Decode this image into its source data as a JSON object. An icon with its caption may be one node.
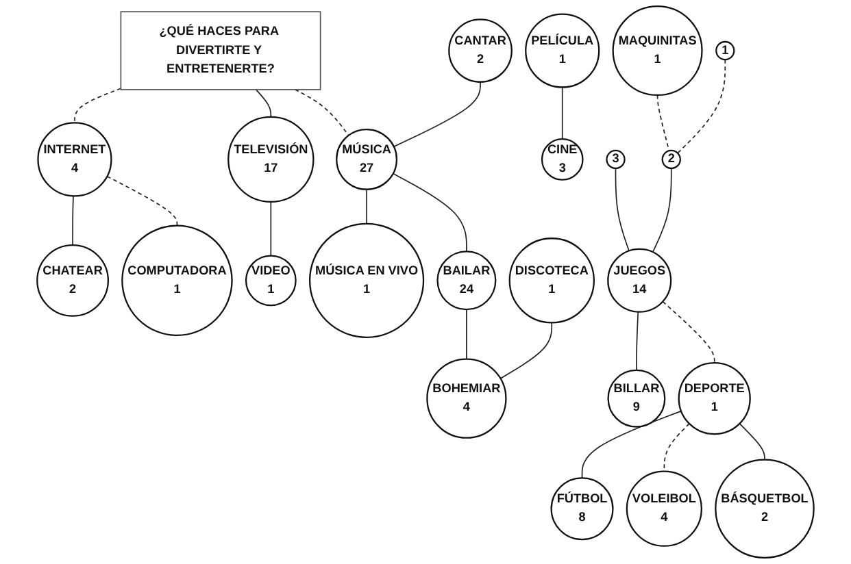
{
  "diagram": {
    "nodes": [
      {
        "text": [
          "¿QUÉ HACES PARA DIVERTIRTE Y ENTRETENERTE?"
        ]
      },
      {
        "text": [
          "INTERNET",
          "4"
        ]
      },
      {
        "text": [
          "CHATEAR",
          "2"
        ]
      },
      {
        "text": [
          "COMPUTADORA",
          "1"
        ]
      },
      {
        "text": [
          "TELEVISIÓN",
          "17"
        ]
      },
      {
        "text": [
          "VIDEO",
          "1"
        ]
      },
      {
        "text": [
          "CANTAR",
          "2"
        ]
      },
      {
        "text": [
          "MÚSICA",
          "27"
        ]
      },
      {
        "text": [
          "MÚSICA EN VIVO",
          "1"
        ]
      },
      {
        "text": [
          "FÚTBOL",
          "8"
        ]
      },
      {
        "text": [
          "PELÍCULA",
          "1"
        ]
      },
      {
        "text": [
          "CINE",
          "3"
        ]
      },
      {
        "text": [
          "BAILAR",
          "24"
        ]
      },
      {
        "text": [
          "DISCOTECA",
          "1"
        ]
      },
      {
        "text": [
          "DEPORTE",
          "1"
        ]
      },
      {
        "text": [
          "VOLEIBOL",
          "4"
        ]
      },
      {
        "text": [
          "BÁSQUETBOL",
          "2"
        ]
      },
      {
        "text": [
          "3"
        ]
      },
      {
        "text": [
          "BOHEMIAR",
          "4"
        ]
      },
      {
        "text": [
          "MAQUINITAS",
          "1"
        ]
      },
      {
        "text": [
          "2"
        ]
      },
      {
        "text": [
          "JUEGOS",
          "14"
        ]
      },
      {
        "text": [
          "1"
        ]
      },
      {
        "text": [
          "BILLAR",
          "9"
        ]
      }
    ],
    "edges": [
      {
        "from": 0,
        "to": 1,
        "arrow": "none",
        "style": "dashed"
      },
      {
        "from": 0,
        "to": 4,
        "arrow": "none"
      },
      {
        "from": 0,
        "to": 7,
        "arrow": "none",
        "style": "dashed"
      },
      {
        "from": 1,
        "to": 2,
        "arrow": "none"
      },
      {
        "from": 1,
        "to": 3,
        "arrow": "none",
        "style": "dashed"
      },
      {
        "from": 4,
        "to": 5,
        "arrow": "none"
      },
      {
        "from": 6,
        "to": 7,
        "arrow": "none"
      },
      {
        "from": 7,
        "to": 8,
        "arrow": "none"
      },
      {
        "from": 7,
        "to": 12,
        "arrow": "none"
      },
      {
        "from": 10,
        "to": 11,
        "arrow": "none"
      },
      {
        "from": 12,
        "to": 18,
        "arrow": "none"
      },
      {
        "from": 13,
        "to": 18,
        "arrow": "none"
      },
      {
        "from": 19,
        "to": 20,
        "arrow": "none",
        "style": "dashed"
      },
      {
        "from": 22,
        "to": 20,
        "arrow": "none",
        "style": "dashed"
      },
      {
        "from": 20,
        "to": 21,
        "arrow": "none"
      },
      {
        "from": 17,
        "to": 21,
        "arrow": "none"
      },
      {
        "from": 21,
        "to": 23,
        "arrow": "none"
      },
      {
        "from": 21,
        "to": 14,
        "arrow": "none",
        "style": "dashed"
      },
      {
        "from": 14,
        "to": 9,
        "arrow": "none"
      },
      {
        "from": 14,
        "to": 15,
        "arrow": "none",
        "style": "dashed"
      },
      {
        "from": 14,
        "to": 16,
        "arrow": "none"
      }
    ]
  }
}
